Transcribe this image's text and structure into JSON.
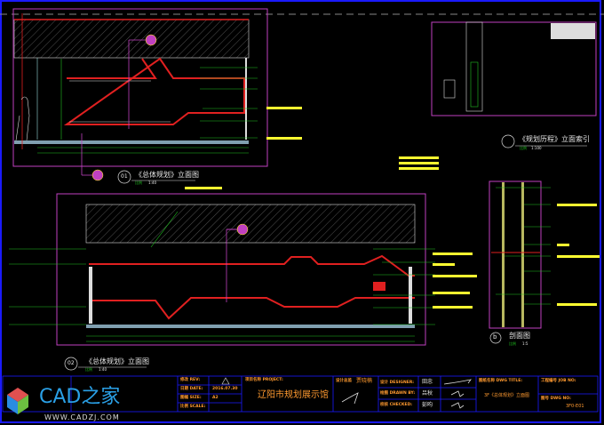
{
  "views": {
    "elev01": {
      "number": "01",
      "title": "《总体规划》立面图",
      "scale": "1:40",
      "scale_label": "比例"
    },
    "elev02": {
      "number": "02",
      "title": "《总体规划》立面图",
      "scale": "1:40",
      "scale_label": "比例"
    },
    "index": {
      "title": "《规划历程》立面索引",
      "scale": "1:100",
      "scale_label": "比例"
    },
    "section": {
      "number": "b",
      "title": "剖面图",
      "scale": "1:5",
      "scale_label": "比例"
    }
  },
  "title_block": {
    "rev_label": "修改 REV:",
    "date_label": "日期 DATE:",
    "date_value": "2016.07.30",
    "size_label": "图幅 SIZE:",
    "size_value": "A2",
    "scale_label": "比例 SCALE:",
    "project_label": "项目名称 PROJECT:",
    "project_name": "辽阳市规划展示馆",
    "director_label": "设计总监",
    "director_name": "贾晓楠",
    "designer_label": "设计 DESIGNER:",
    "designer_name": "田忠",
    "drawn_label": "绘图 DRAWN BY:",
    "drawn_name": "吕秋",
    "checked_label": "校核 CHECKED:",
    "checked_name": "彭昀",
    "dwg_title_label": "图纸名称 DWG TITLE:",
    "dwg_title": "3F《总体规划》立面图",
    "job_label": "工程编号 JOB NO:",
    "dwg_no_label": "图号 DWG NO:",
    "dwg_no": "3F0-E01"
  },
  "watermark": {
    "brand": "CAD之家",
    "url": "WWW.CADZJ.COM"
  },
  "colors": {
    "frame": "#1a1aff",
    "magenta": "#c040c0",
    "red": "#e02020",
    "yellow": "#ffff30",
    "green": "#20c020",
    "cyan": "#80c0e0"
  }
}
